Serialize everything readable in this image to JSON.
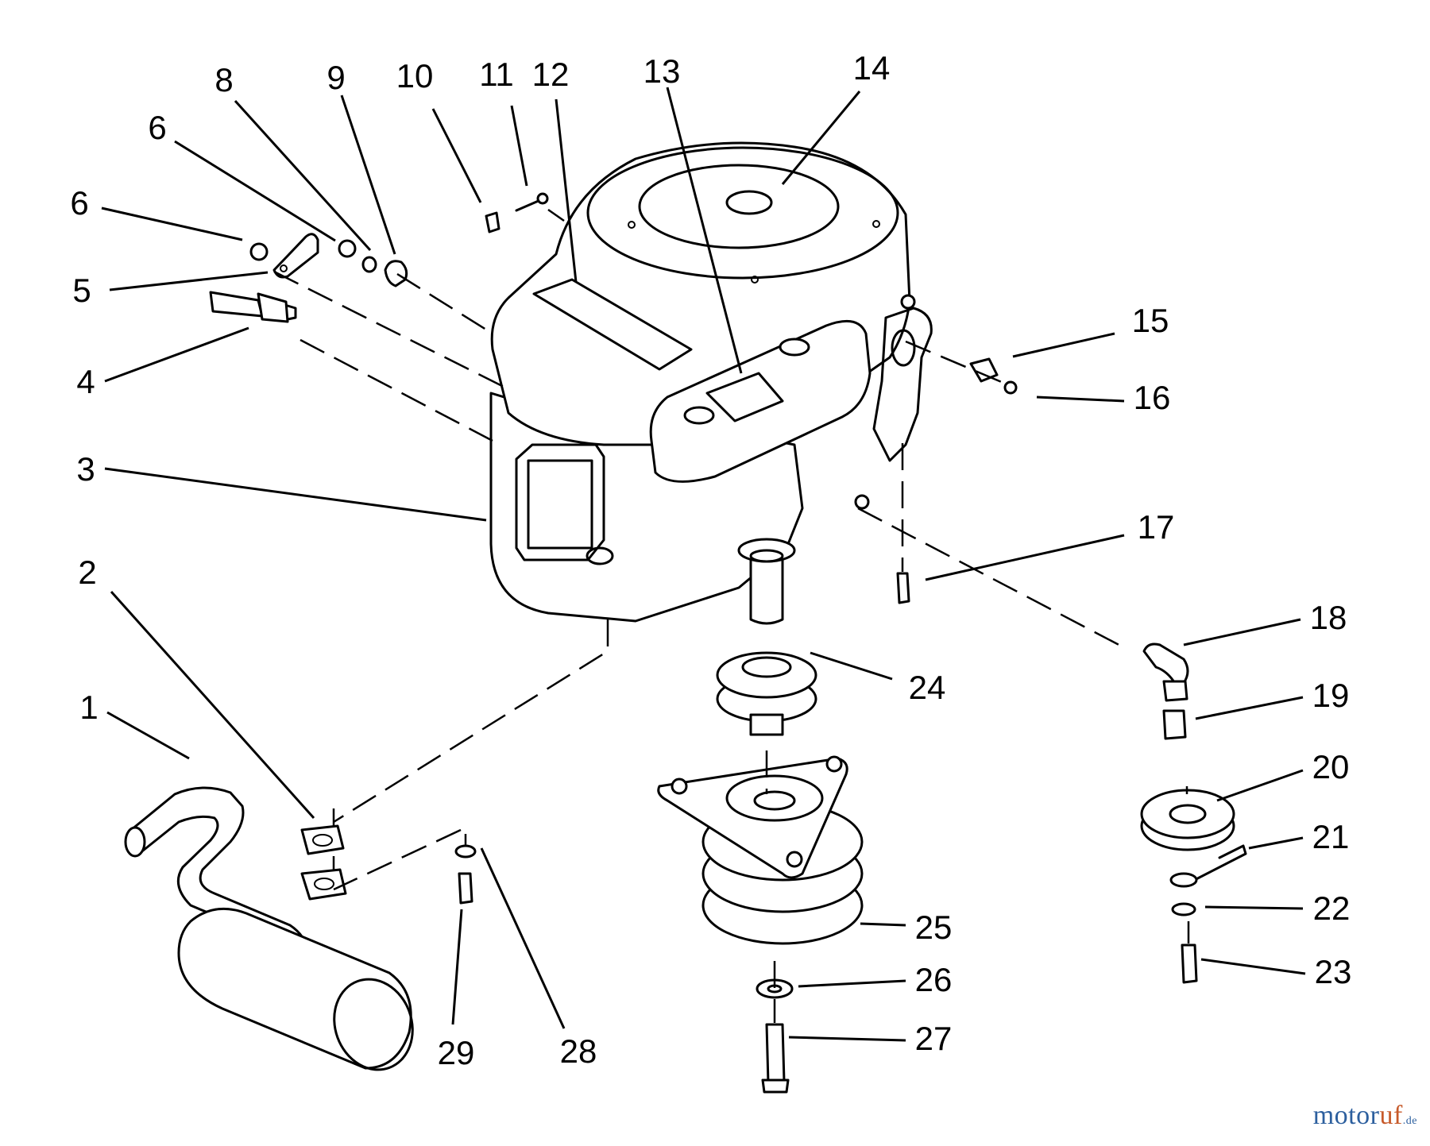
{
  "diagram": {
    "callouts": [
      "1",
      "2",
      "3",
      "4",
      "5",
      "6",
      "6",
      "8",
      "9",
      "10",
      "11",
      "12",
      "13",
      "14",
      "15",
      "16",
      "17",
      "18",
      "19",
      "20",
      "21",
      "22",
      "23",
      "24",
      "25",
      "26",
      "27",
      "28",
      "29"
    ]
  },
  "watermark": {
    "part1": "motor",
    "part2": "uf",
    "part3": ".de"
  }
}
